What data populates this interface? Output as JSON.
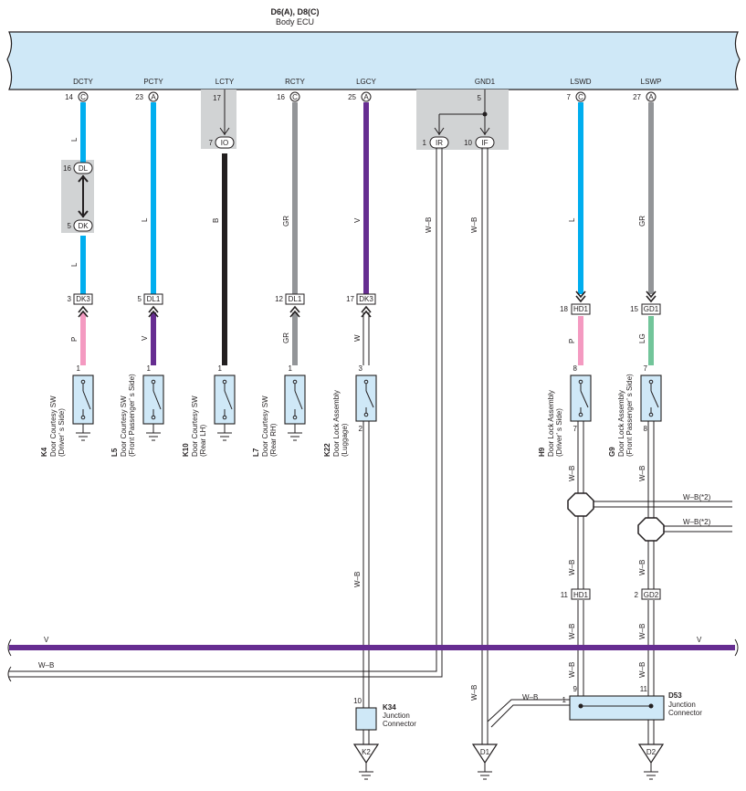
{
  "ecu": {
    "title": "D6(A), D8(C)",
    "subtitle": "Body ECU",
    "terminals": [
      {
        "name": "DCTY",
        "pin": "14",
        "conn": "C"
      },
      {
        "name": "PCTY",
        "pin": "23",
        "conn": "A"
      },
      {
        "name": "LCTY",
        "pin": "17",
        "conn": ""
      },
      {
        "name": "RCTY",
        "pin": "16",
        "conn": "C"
      },
      {
        "name": "LGCY",
        "pin": "25",
        "conn": "A"
      },
      {
        "name": "GND1",
        "pin": "5",
        "conn": ""
      },
      {
        "name": "LSWD",
        "pin": "7",
        "conn": "C"
      },
      {
        "name": "LSWP",
        "pin": "27",
        "conn": "A"
      }
    ]
  },
  "inline": {
    "dl": {
      "pin": "16",
      "label": "DL"
    },
    "dk": {
      "pin": "5",
      "label": "DK"
    },
    "io": {
      "pin": "7",
      "label": "IO"
    },
    "ir": {
      "pin": "1",
      "label": "IR"
    },
    "if": {
      "pin": "10",
      "label": "IF"
    }
  },
  "mid_connectors": [
    {
      "pin": "3",
      "label": "DK3"
    },
    {
      "pin": "5",
      "label": "DL1"
    },
    {
      "pin": "12",
      "label": "DL1"
    },
    {
      "pin": "17",
      "label": "DK3"
    },
    {
      "pin": "18",
      "label": "HD1"
    },
    {
      "pin": "15",
      "label": "GD1"
    },
    {
      "pin": "11",
      "label": "HD1"
    },
    {
      "pin": "2",
      "label": "GD2"
    }
  ],
  "wires": {
    "L": "L",
    "B": "B",
    "GR": "GR",
    "V": "V",
    "WB": "W–B",
    "P": "P",
    "W": "W",
    "LG": "LG",
    "WB2": "W–B(*2)"
  },
  "switches": [
    {
      "id": "K4",
      "line1": "Door Courtesy SW",
      "line2": "(Driver’ s Side)",
      "pin": "1"
    },
    {
      "id": "L5",
      "line1": "Door Courtesy SW",
      "line2": "(Front Passenger’ s Side)",
      "pin": "1"
    },
    {
      "id": "K10",
      "line1": "Door Courtesy SW",
      "line2": "(Rear LH)",
      "pin": "1"
    },
    {
      "id": "L7",
      "line1": "Door Courtesy SW",
      "line2": "(Rear RH)",
      "pin": "1"
    },
    {
      "id": "K22",
      "line1": "Door Lock Assembly",
      "line2": "(Luggage)",
      "pin": "3",
      "pin2": "2"
    },
    {
      "id": "H9",
      "line1": "Door Lock Assembly",
      "line2": "(Driver’ s Side)",
      "pin": "8",
      "pin2": "7"
    },
    {
      "id": "G9",
      "line1": "Door Lock Assembly",
      "line2": "(Front Passenger’ s Side)",
      "pin": "7",
      "pin2": "8"
    }
  ],
  "junctions": {
    "k34": {
      "id": "K34",
      "line1": "Junction",
      "line2": "Connector",
      "pin": "10"
    },
    "d53": {
      "id": "D53",
      "line1": "Junction",
      "line2": "Connector",
      "pin_left": "1",
      "pin_a": "9",
      "pin_b": "11"
    }
  },
  "grounds": {
    "k2": "K2",
    "d1": "D1",
    "d2": "D2"
  },
  "colors": {
    "ecu_fill": "#cfe8f7",
    "wire_L": "#00aeef",
    "wire_B": "#231f20",
    "wire_GR": "#939598",
    "wire_V": "#662d91",
    "wire_P": "#f49ac1",
    "wire_LG": "#72c59a",
    "shade": "#d1d3d4"
  }
}
